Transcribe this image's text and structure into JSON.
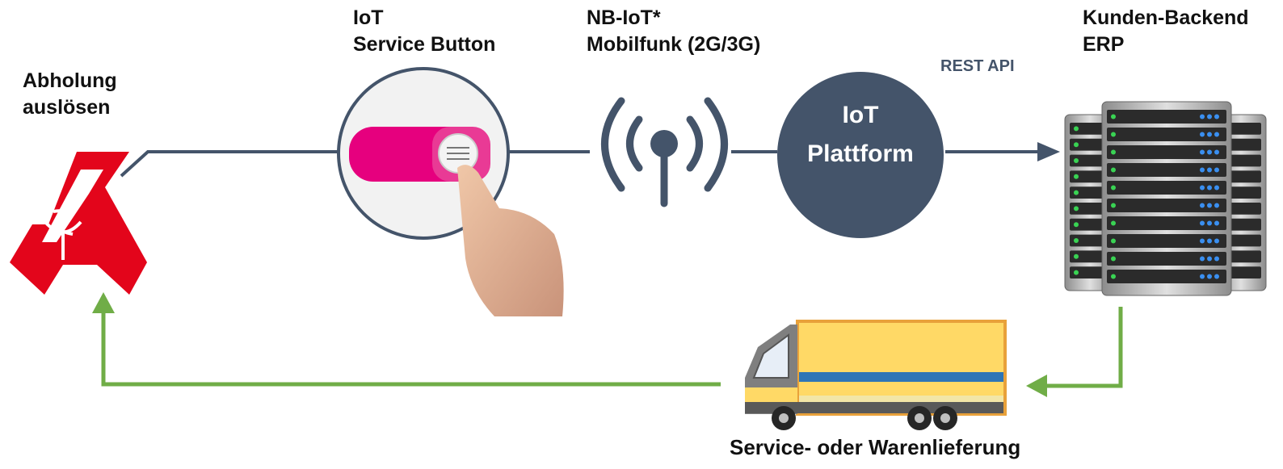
{
  "labels": {
    "trigger_line1": "Abholung",
    "trigger_line2": "auslösen",
    "button_line1": "IoT",
    "button_line2": "Service Button",
    "network_line1": "NB-IoT*",
    "network_line2": "Mobilfunk (2G/3G)",
    "backend_line1": "Kunden-Backend",
    "backend_line2": "ERP",
    "rest_api": "REST API",
    "platform_line1": "IoT",
    "platform_line2": "Plattform",
    "delivery": "Service- oder Warenlieferung"
  },
  "icons": [
    "pharmacy-logo-icon",
    "service-button-icon",
    "antenna-signal-icon",
    "server-rack-icon",
    "truck-icon"
  ],
  "colors": {
    "connector": "#44546a",
    "feedback_arrow": "#70ad47",
    "pharmacy_red": "#e3051b",
    "button_pink": "#e6007e",
    "truck_body": "#ffd966",
    "truck_border": "#e8a13a",
    "truck_stripe": "#2e75b6",
    "api_text": "#44546a"
  }
}
